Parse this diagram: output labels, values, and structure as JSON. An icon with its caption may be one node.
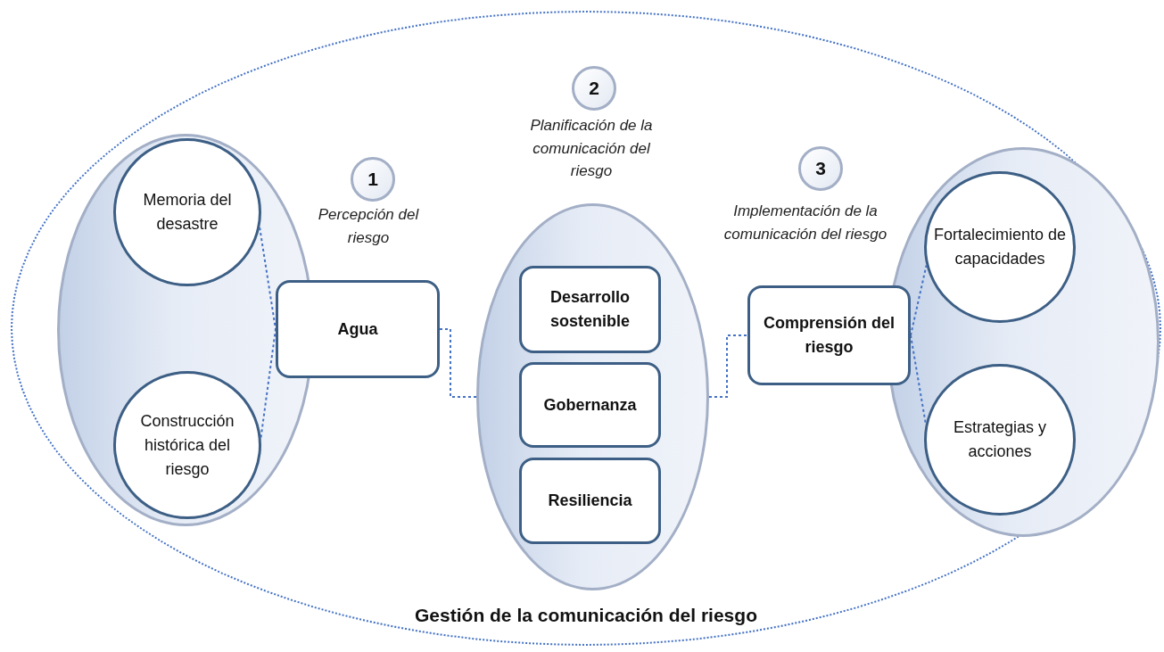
{
  "diagram": {
    "nodes": [
      {
        "text": [
          "Gestión de la comunicación del riesgo"
        ]
      },
      {
        "text": [],
        "shape": "ellipse",
        "in": 0
      },
      {
        "text": [
          "Memoria del desastre"
        ],
        "in": 1
      },
      {
        "text": [
          "Construcción histórica del riesgo"
        ],
        "in": 1
      },
      {
        "text": [
          "1"
        ],
        "beside": [
          "Percepción del riesgo"
        ],
        "in": 0
      },
      {
        "text": [
          "Agua"
        ],
        "in": 0
      },
      {
        "text": [
          "2"
        ],
        "beside": [
          "Planificación de la comunicación del riesgo"
        ],
        "in": 0
      },
      {
        "text": [],
        "shape": "ellipse",
        "in": 0
      },
      {
        "text": [
          "Desarrollo sostenible"
        ],
        "in": 7
      },
      {
        "text": [
          "Gobernanza"
        ],
        "in": 7
      },
      {
        "text": [
          "Resiliencia"
        ],
        "in": 7
      },
      {
        "text": [
          "3"
        ],
        "beside": [
          "Implementación de la comunicación del riesgo"
        ],
        "in": 0
      },
      {
        "text": [
          "Comprensión del riesgo"
        ],
        "in": 0
      },
      {
        "text": [],
        "shape": "ellipse",
        "in": 0
      },
      {
        "text": [
          "Fortalecimiento de capacidades"
        ],
        "in": 13
      },
      {
        "text": [
          "Estrategias y acciones"
        ],
        "in": 13
      }
    ],
    "edges": [
      {
        "from": 2,
        "to": 5,
        "arrow": "none",
        "style": "dashed"
      },
      {
        "from": 3,
        "to": 5,
        "arrow": "none",
        "style": "dashed"
      },
      {
        "from": 5,
        "to": 7,
        "arrow": "none",
        "style": "dashed"
      },
      {
        "from": 7,
        "to": 12,
        "arrow": "none",
        "style": "dashed"
      },
      {
        "from": 12,
        "to": 14,
        "arrow": "none",
        "style": "dashed"
      },
      {
        "from": 12,
        "to": 15,
        "arrow": "none",
        "style": "dashed"
      }
    ]
  }
}
